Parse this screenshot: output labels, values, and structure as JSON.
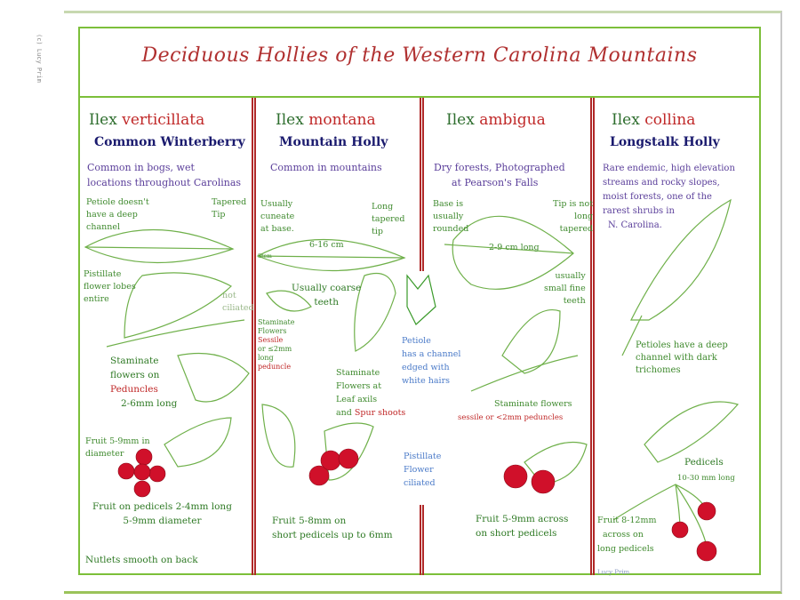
{
  "copyright": "(c) Lucy Prim",
  "title": "Deciduous Hollies of the Western Carolina Mountains",
  "signature": "Lucy Prim",
  "colors": {
    "frame": "#7cbf3a",
    "divider": "#b02828",
    "berry": "#d0102a",
    "leaf": "#4aa03a"
  },
  "columns": [
    {
      "genus": "Ilex",
      "species": "verticillata",
      "common": "Common Winterberry",
      "habitat": [
        "Common in bogs, wet",
        "locations throughout Carolinas"
      ],
      "notes": {
        "petiole": [
          "Petiole doesn't",
          "have a deep",
          "channel"
        ],
        "tip": [
          "Tapered",
          "Tip"
        ],
        "pistillate": [
          "Pistillate",
          "flower lobes",
          "entire"
        ],
        "not_ciliated": [
          "not",
          "ciliated"
        ],
        "staminate": [
          "Staminate",
          "flowers on"
        ],
        "peduncles": "Peduncles",
        "peduncle_len": "2-6mm long",
        "fruit_diam": [
          "Fruit 5-9mm in",
          "diameter"
        ],
        "fruit_pedicels": [
          "Fruit on pedicels 2-4mm long",
          "5-9mm diameter"
        ],
        "nutlets": "Nutlets smooth on back"
      }
    },
    {
      "genus": "Ilex",
      "species": "montana",
      "common": "Mountain Holly",
      "habitat": [
        "Common in mountains"
      ],
      "notes": {
        "base": [
          "Usually",
          "cuneate",
          "at base."
        ],
        "tip": [
          "Long",
          "tapered",
          "tip"
        ],
        "size": "6-16 cm",
        "stem": "Stem",
        "teeth": [
          "Usually coarse",
          "teeth"
        ],
        "staminate_side": [
          "Staminate",
          "Flowers"
        ],
        "sessile": "Sessile",
        "peduncle": [
          "or ≤2mm",
          "long"
        ],
        "peduncle_word": "peduncle",
        "staminate_axils": [
          "Staminate",
          "Flowers at",
          "Leaf axils"
        ],
        "spur": [
          "and",
          "Spur shoots"
        ],
        "petiole": [
          "Petiole",
          "has a channel",
          "edged with",
          "white hairs"
        ],
        "pistillate": [
          "Pistillate",
          "Flower",
          "ciliated"
        ],
        "fruit": [
          "Fruit 5-8mm on",
          "short pedicels up to 6mm"
        ]
      }
    },
    {
      "genus": "Ilex",
      "species": "ambigua",
      "common": "",
      "habitat": [
        "Dry forests, Photographed",
        "at Pearson's Falls"
      ],
      "notes": {
        "base": [
          "Base is",
          "usually",
          "rounded"
        ],
        "tip": [
          "Tip is not",
          "long",
          "tapered"
        ],
        "size": "2-9 cm long",
        "teeth": [
          "usually",
          "small fine",
          "teeth"
        ],
        "staminate": "Staminate flowers",
        "sessile": "sessile or <2mm peduncles",
        "fruit": [
          "Fruit 5-9mm across",
          "on short pedicels"
        ]
      }
    },
    {
      "genus": "Ilex",
      "species": "collina",
      "common": "Longstalk Holly",
      "habitat": [
        "Rare endemic, high elevation",
        "streams and rocky slopes,",
        "moist forests, one of the",
        "rarest shrubs in",
        "N. Carolina."
      ],
      "notes": {
        "petioles": [
          "Petioles have a deep",
          "channel with dark",
          "trichomes"
        ],
        "pedicels": "Pedicels",
        "pedicel_len": "10-30 mm long",
        "fruit": [
          "Fruit 8-12mm",
          "across on",
          "long pedicels"
        ]
      }
    }
  ]
}
